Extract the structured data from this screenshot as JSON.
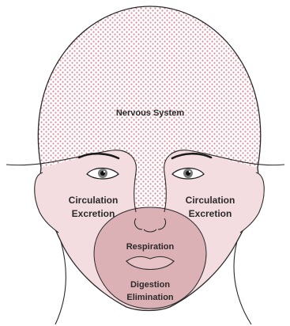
{
  "diagram": {
    "zones": {
      "head": {
        "label": "Nervous System"
      },
      "left_cheek": {
        "line1": "Circulation",
        "line2": "Excretion"
      },
      "right_cheek": {
        "line1": "Circulation",
        "line2": "Excretion"
      },
      "mouth_upper": {
        "label": "Respiration"
      },
      "mouth_lower": {
        "line1": "Digestion",
        "line2": "Elimination"
      }
    }
  },
  "colors": {
    "dot": "#d98a9a",
    "cheek_fill": "#f3dde0",
    "lower_fill": "#dcb1b6",
    "outline": "#2a2a2a",
    "label": "#2a2a2a"
  }
}
